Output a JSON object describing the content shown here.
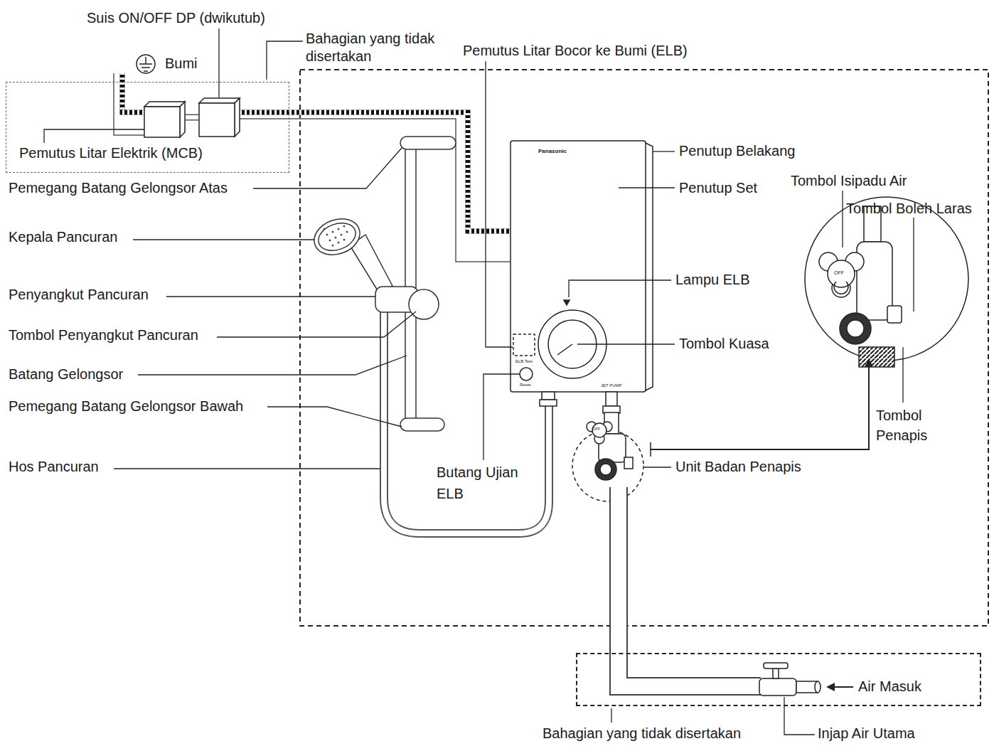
{
  "diagram": {
    "nodes": [
      {
        "text": [
          "Pemutus Litar Elektrik (MCB)"
        ]
      },
      {
        "text": [
          "Air Masuk"
        ]
      }
    ],
    "labels": [
      "Suis ON/OFF DP (dwikutub)",
      "Bahagian yang tidak disertakan",
      "Pemutus Litar Bocor ke Bumi (ELB)",
      "Bumi",
      "Panasonic",
      "Penutup Belakang",
      "Tombol Isipadu Air",
      "Pemegang Batang Gelongsor Atas",
      "Penutup Set",
      "Tombol Boleh Laras",
      "Kepala Pancuran",
      "OFF",
      "Lampu ELB",
      "Penyangkut Pancuran",
      "Tombol Penyangkut Pancuran",
      "Tombol Kuasa",
      "ELB Test",
      "Batang Gelongsor",
      "Reset",
      "JET PUMP",
      "Pemegang Batang Gelongsor Bawah",
      "Tombol Penapis",
      "OFF",
      "Hos Pancuran",
      "Unit Badan Penapis",
      "Butang Ujian ELB",
      "Bahagian yang tidak disertakan",
      "Injap Air Utama"
    ]
  }
}
